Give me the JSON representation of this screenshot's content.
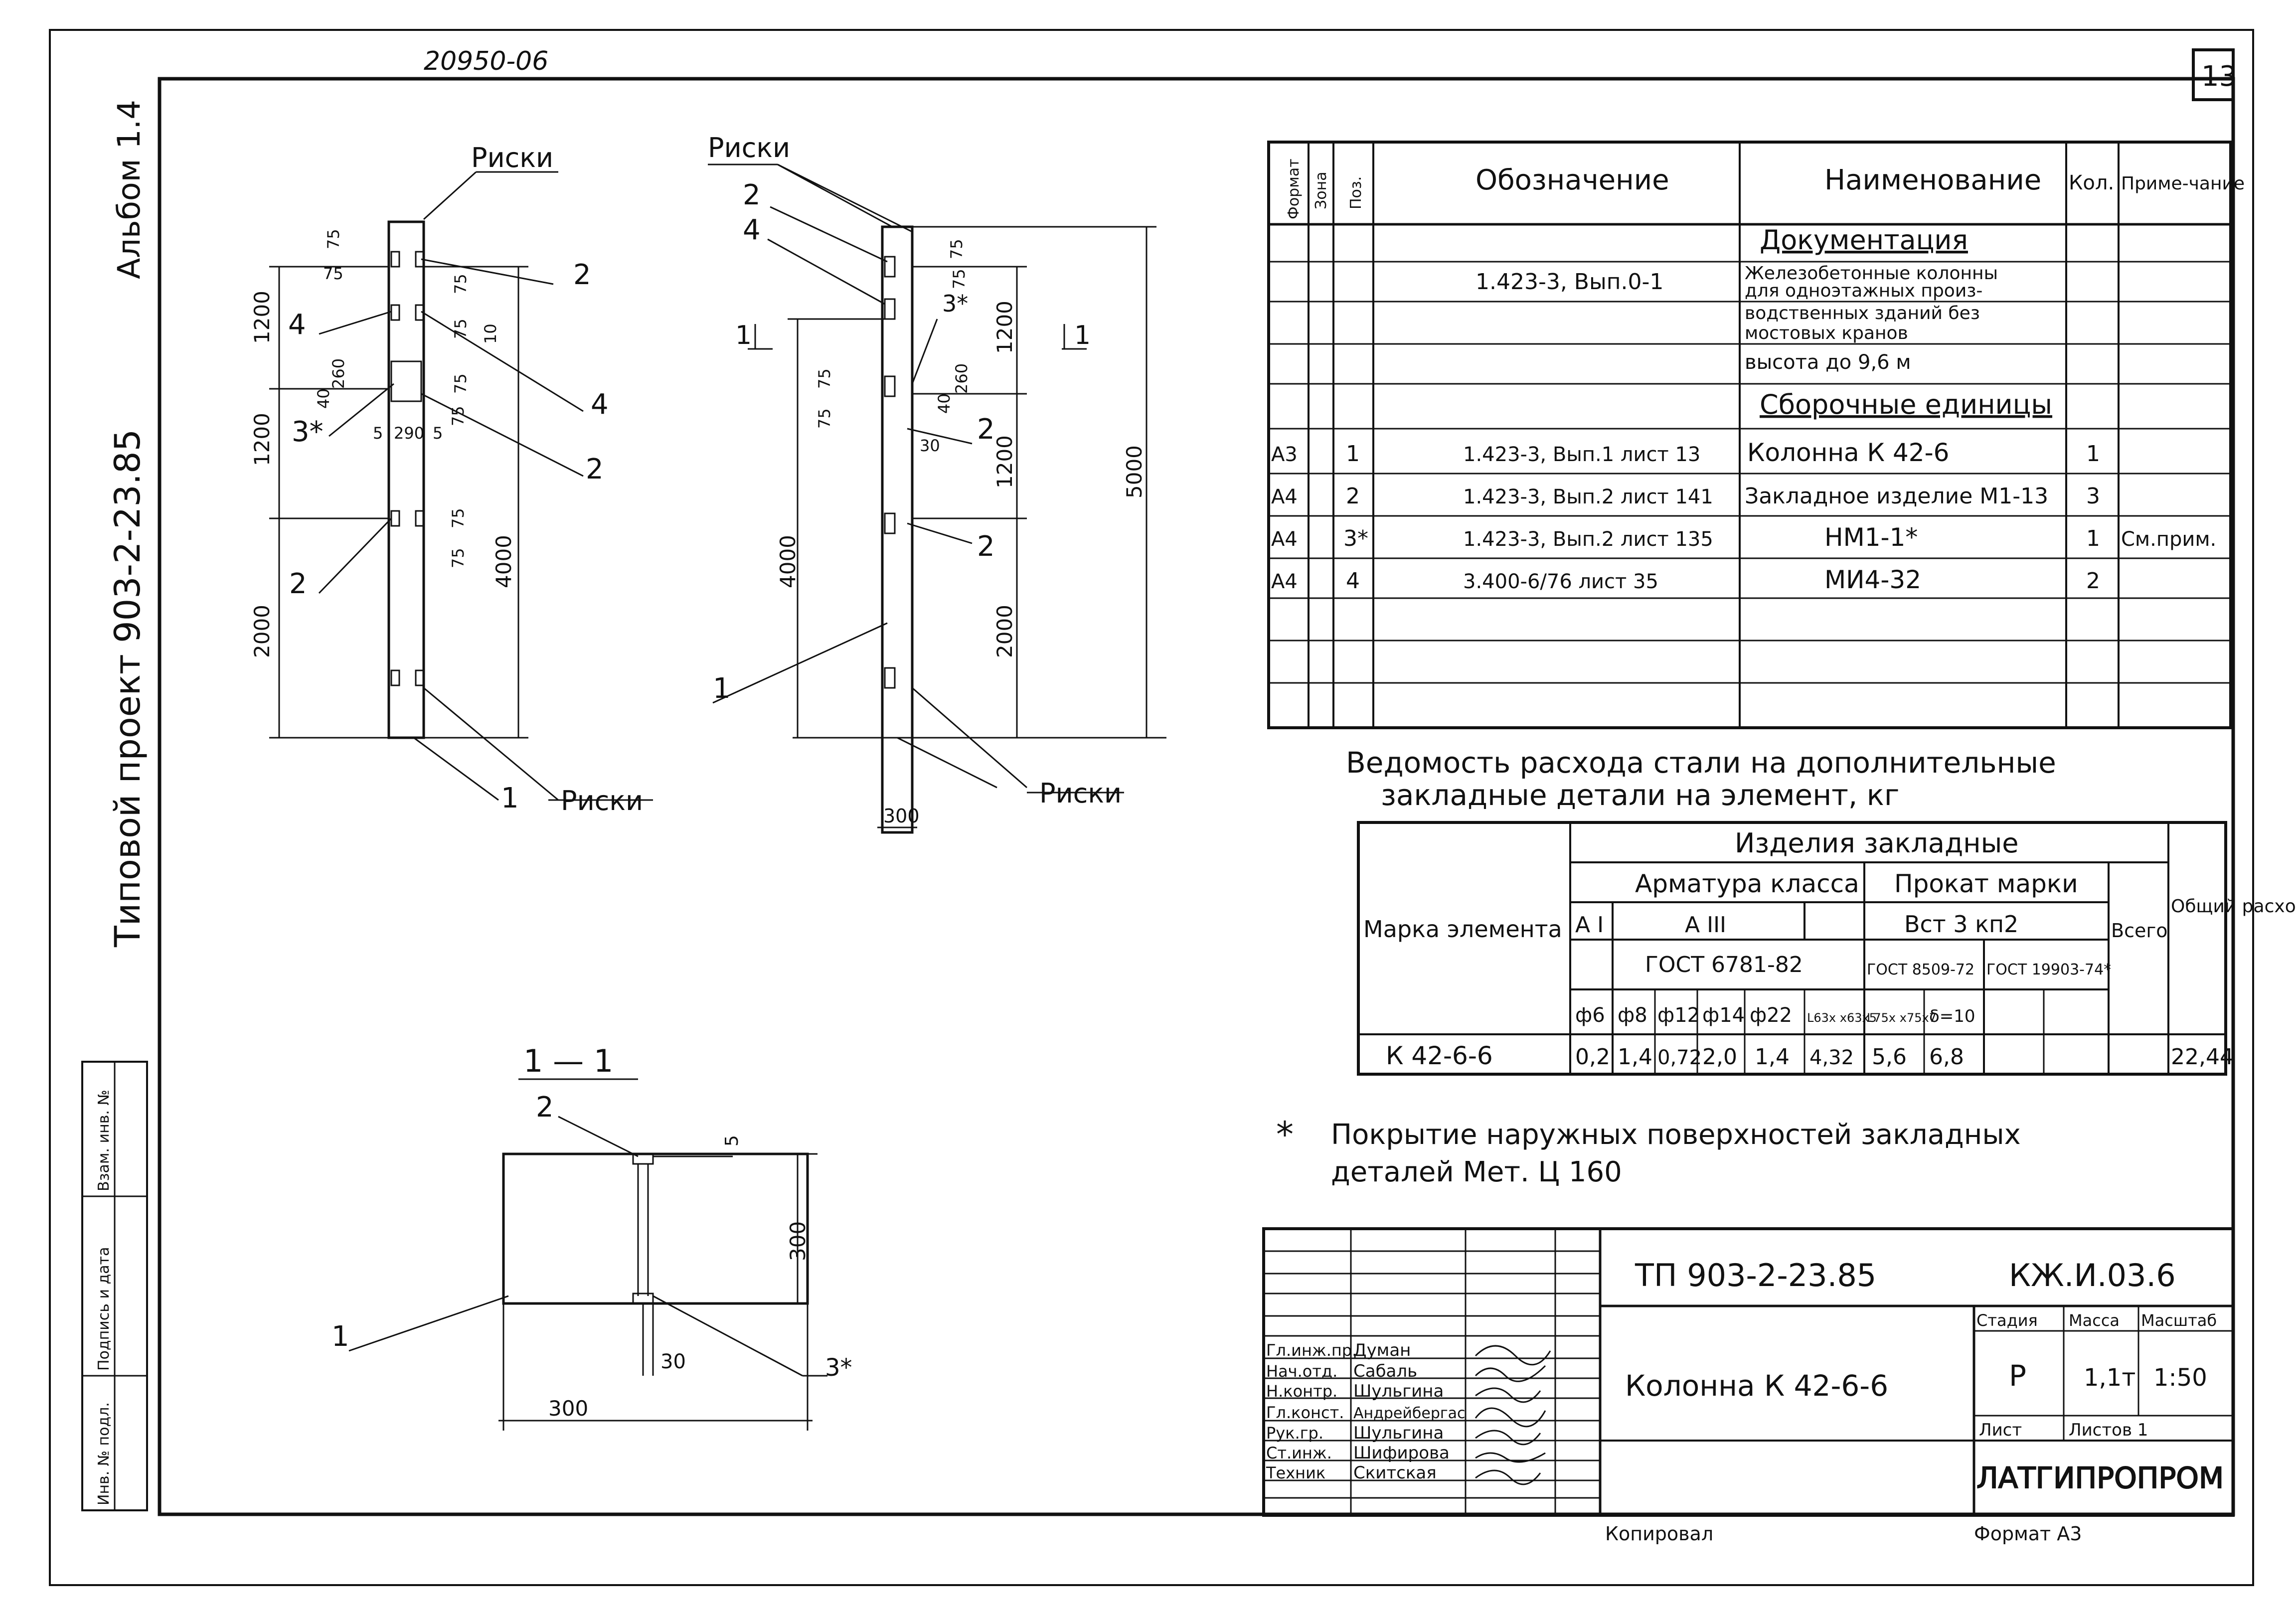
{
  "sheet": {
    "doc_code_top": "20950-06",
    "sheet_number": "13",
    "album": "Альбом 1.4",
    "project": "Типовой проект 903-2-23.85",
    "left_stamp_cells": [
      "Инв. № подл.",
      "Подпись и дата",
      "Взам. инв. №"
    ]
  },
  "elevation_left": {
    "labels": {
      "top": "Риски",
      "bottom": "Риски"
    },
    "positions": [
      "2",
      "4",
      "4",
      "3*",
      "2",
      "2",
      "1"
    ],
    "dims": [
      "75",
      "75",
      "75",
      "75",
      "10",
      "1200",
      "260",
      "40",
      "75",
      "5",
      "290",
      "5",
      "1200",
      "75",
      "75",
      "75",
      "4000",
      "2000"
    ]
  },
  "elevation_right": {
    "labels": {
      "top": "Риски",
      "bottom": "Риски"
    },
    "positions": [
      "2",
      "4",
      "3*",
      "2",
      "2",
      "1"
    ],
    "cut_mark": "1",
    "dims": [
      "75",
      "75",
      "1200",
      "75",
      "75",
      "260",
      "40",
      "30",
      "1200",
      "4000",
      "2000",
      "5000",
      "300"
    ]
  },
  "section": {
    "title": "1 — 1",
    "positions": [
      "2",
      "1",
      "3*"
    ],
    "dims": [
      "5",
      "300",
      "30",
      "300"
    ]
  },
  "spec_table": {
    "headers": [
      "Формат",
      "Зона",
      "Поз.",
      "Обозначение",
      "Наименование",
      "Кол.",
      "Приме-чание"
    ],
    "section_doc": "Документация",
    "doc_ref": "1.423-3, Вып.0-1",
    "doc_lines": [
      "Железобетонные колонны",
      "для одноэтажных произ-",
      "водственных зданий без",
      "мостовых кранов",
      "высота до 9,6 м"
    ],
    "section_asm": "Сборочные единицы",
    "rows": [
      {
        "fmt": "А3",
        "pos": "1",
        "ref": "1.423-3, Вып.1 лист 13",
        "name": "Колонна К 42-6",
        "qty": "1",
        "note": ""
      },
      {
        "fmt": "А4",
        "pos": "2",
        "ref": "1.423-3, Вып.2 лист 141",
        "name": "Закладное изделие М1-13",
        "qty": "3",
        "note": ""
      },
      {
        "fmt": "А4",
        "pos": "3*",
        "ref": "1.423-3, Вып.2 лист 135",
        "name": "НМ1-1*",
        "qty": "1",
        "note": "См.прим."
      },
      {
        "fmt": "А4",
        "pos": "4",
        "ref": "3.400-6/76 лист 35",
        "name": "МИ4-32",
        "qty": "2",
        "note": ""
      }
    ]
  },
  "steel_table": {
    "title_1": "Ведомость расхода стали на дополнительные",
    "title_2": "закладные детали на элемент, кг",
    "h_mark": "Марка элемента",
    "h_items": "Изделия закладные",
    "h_rebar": "Арматура класса",
    "h_rolled": "Прокат марки",
    "h_total": "Всего",
    "h_overall": "Общий расход",
    "h_AI": "А I",
    "h_AIII": "А III",
    "h_vst": "Вст 3 кп2",
    "h_gost_r": "ГОСТ 6781-82",
    "h_gost1": "ГОСТ 8509-72",
    "h_gost2": "ГОСТ 19903-74*",
    "diams": [
      "ф6",
      "ф8",
      "ф12",
      "ф14",
      "ф22",
      "L63x x63x5",
      "L75x x75x7",
      "δ=10"
    ],
    "row_mark": "К 42-6-6",
    "row_vals": [
      "0,2",
      "1,4",
      "0,72",
      "2,0",
      "1,4",
      "4,32",
      "5,6",
      "6,8"
    ],
    "row_total": "",
    "row_overall": "22,44"
  },
  "note": {
    "star": "*",
    "line1": "Покрытие наружных поверхностей закладных",
    "line2": "деталей Мет. Ц 160"
  },
  "title_block": {
    "project_code": "ТП 903-2-23.85",
    "drawing_code": "КЖ.И.03.6",
    "name": "Колонна К 42-6-6",
    "stage_h": "Стадия",
    "mass_h": "Масса",
    "scale_h": "Масштаб",
    "stage": "Р",
    "mass": "1,1т",
    "scale": "1:50",
    "sheet_h": "Лист",
    "sheets_h": "Листов 1",
    "org": "ЛАТГИПРОПРОМ",
    "copied": "Копировал",
    "format": "Формат А3",
    "roles": [
      "Гл.инж.пр.",
      "Нач.отд.",
      "Н.контр.",
      "Гл.конст.",
      "Рук.гр.",
      "Ст.инж.",
      "Техник"
    ],
    "names": [
      "Думан",
      "Сабаль",
      "Шульгина",
      "Андрейбергас",
      "Шульгина",
      "Шифирова",
      "Скитская"
    ]
  }
}
